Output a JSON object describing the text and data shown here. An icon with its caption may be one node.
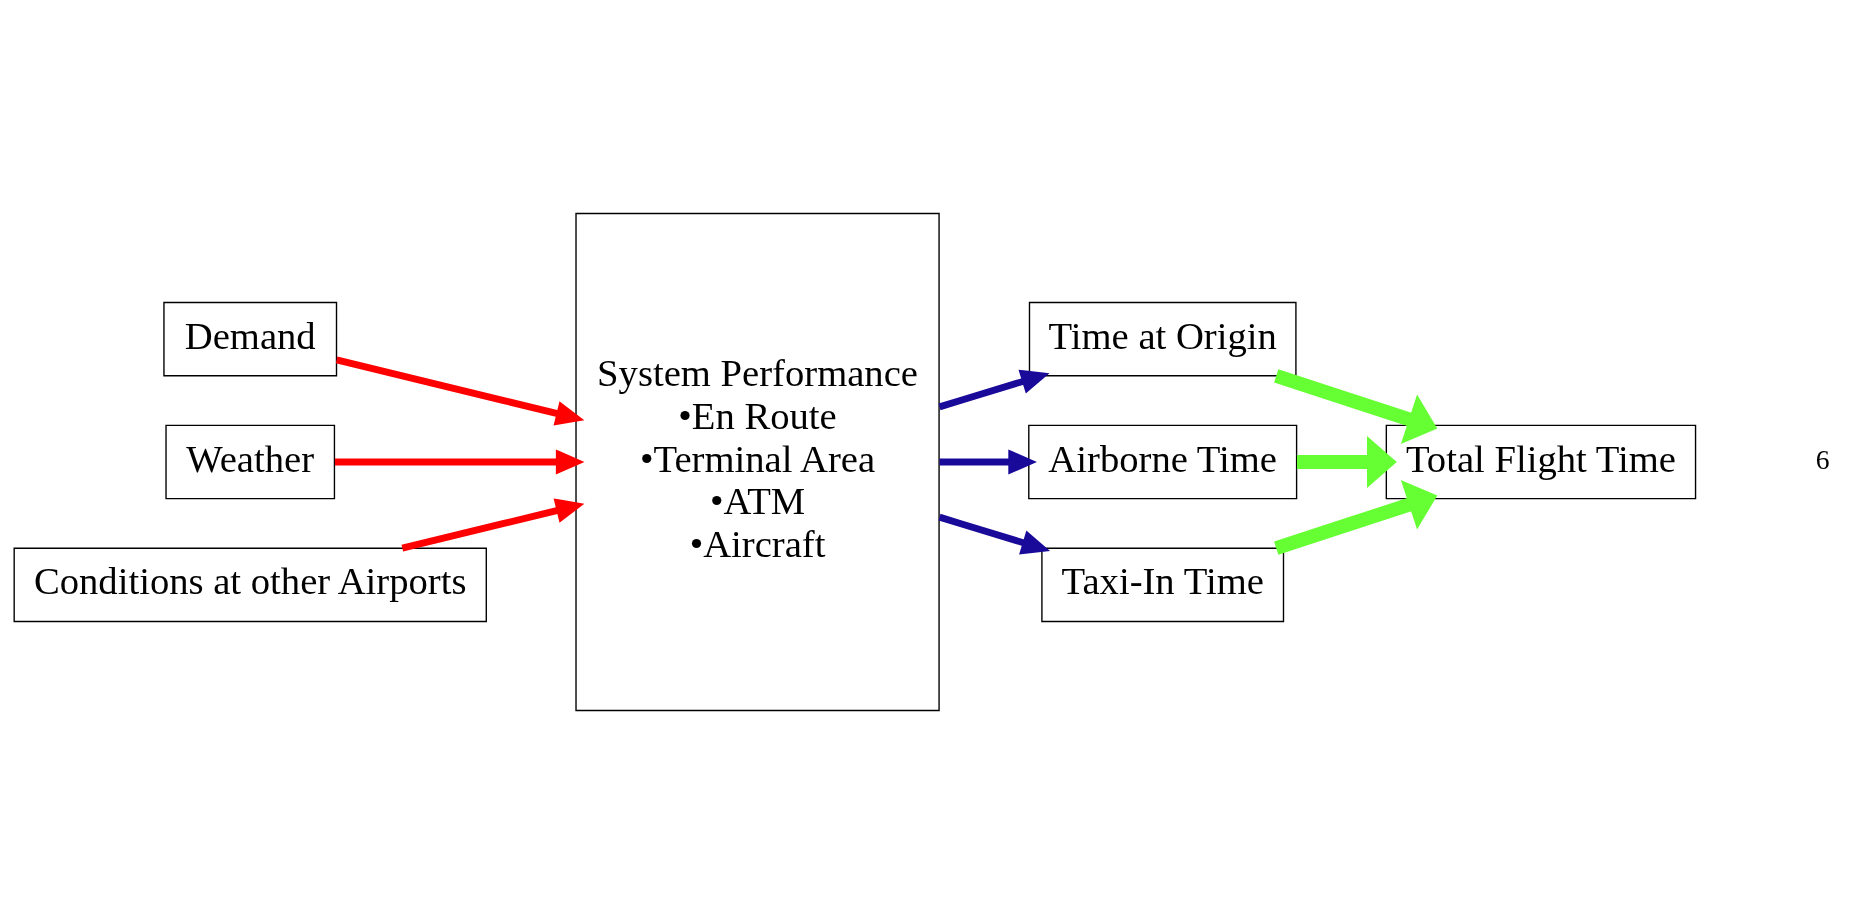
{
  "diagram": {
    "nodes": [
      {
        "text": [
          "Demand"
        ]
      },
      {
        "text": [
          "Weather"
        ]
      },
      {
        "text": [
          "Conditions at other Airports"
        ]
      },
      {
        "text": [
          "System Performance",
          "•En Route",
          "•Terminal Area",
          "•ATM",
          "•Aircraft"
        ]
      },
      {
        "text": [
          "Time at Origin"
        ]
      },
      {
        "text": [
          "Airborne Time"
        ]
      },
      {
        "text": [
          "Taxi-In Time"
        ]
      },
      {
        "text": [
          "Total Flight Time"
        ]
      }
    ],
    "edges": [
      {
        "from": 0,
        "to": 3,
        "arrow": "to",
        "color": "#ff0000"
      },
      {
        "from": 1,
        "to": 3,
        "arrow": "to",
        "color": "#ff0000"
      },
      {
        "from": 2,
        "to": 3,
        "arrow": "to",
        "color": "#ff0000"
      },
      {
        "from": 3,
        "to": 4,
        "arrow": "to",
        "color": "#1a0a99"
      },
      {
        "from": 3,
        "to": 5,
        "arrow": "to",
        "color": "#1a0a99"
      },
      {
        "from": 3,
        "to": 6,
        "arrow": "to",
        "color": "#1a0a99"
      },
      {
        "from": 4,
        "to": 7,
        "arrow": "to",
        "style": "thick",
        "color": "#66ff33"
      },
      {
        "from": 5,
        "to": 7,
        "arrow": "to",
        "style": "thick",
        "color": "#66ff33"
      },
      {
        "from": 6,
        "to": 7,
        "arrow": "to",
        "style": "thick",
        "color": "#66ff33"
      }
    ],
    "labels": [
      "6"
    ]
  }
}
